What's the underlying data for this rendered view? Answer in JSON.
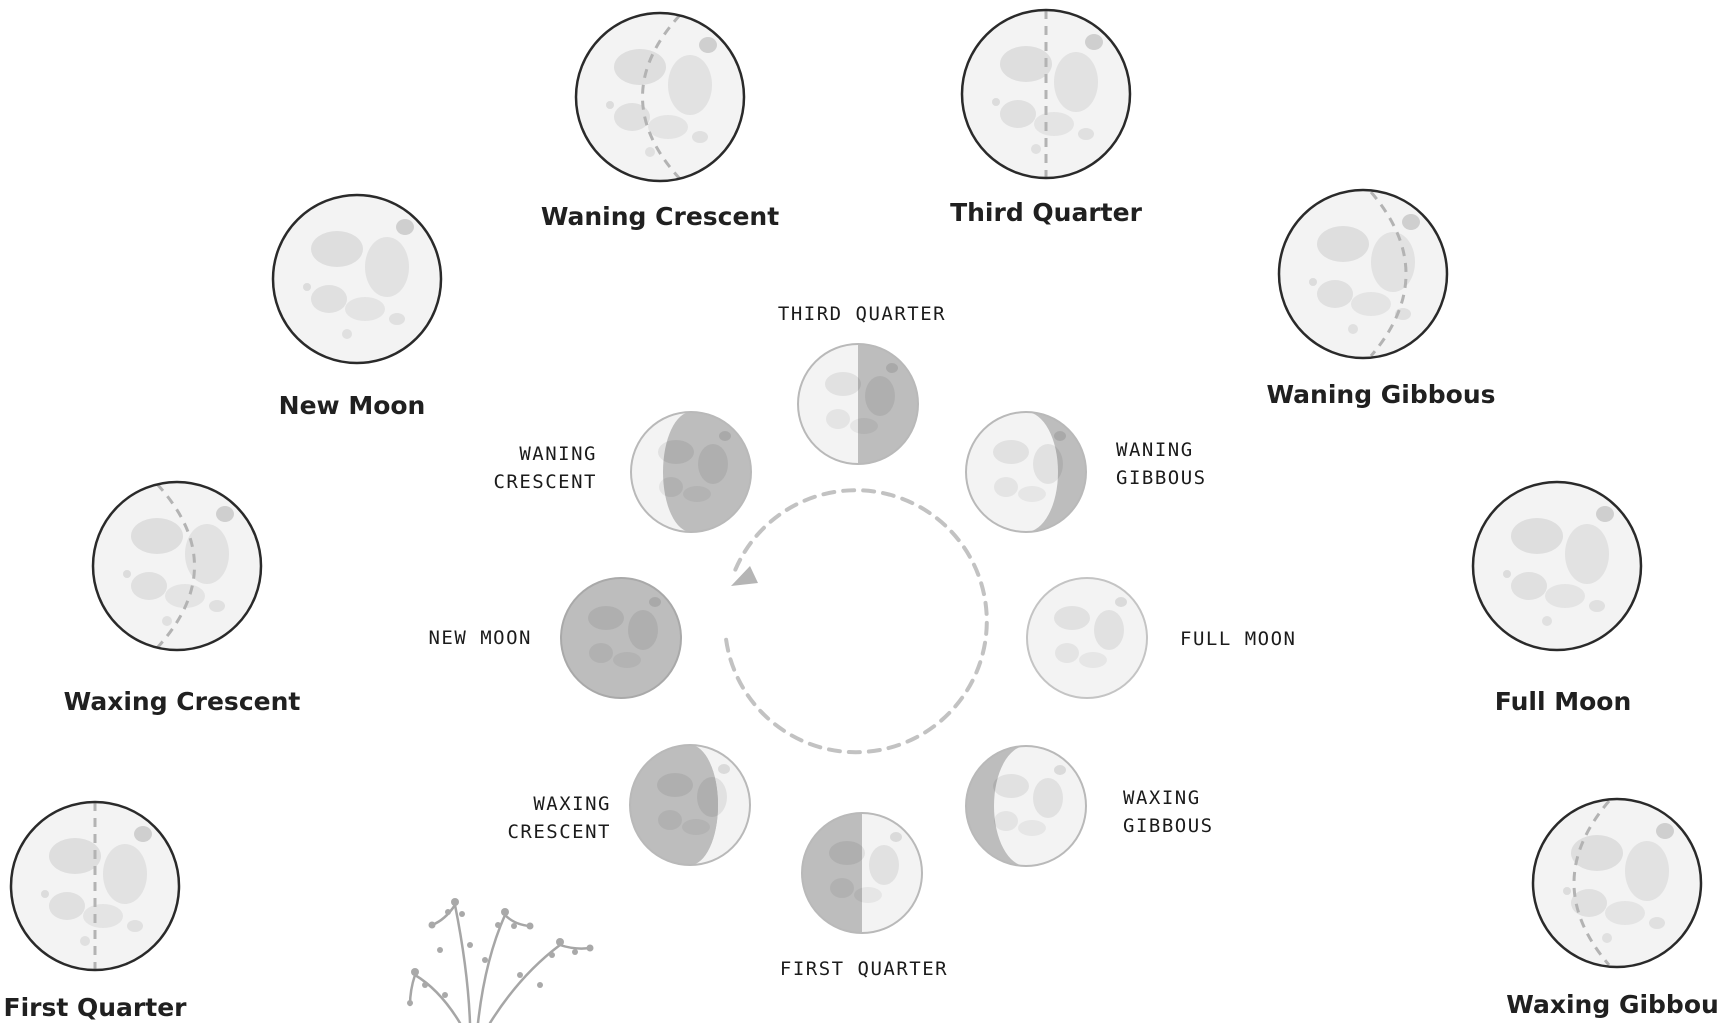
{
  "outer_phases": [
    {
      "label": "Waning Crescent",
      "icon": "moon-icon",
      "lit": "full-with-dashed-terminator"
    },
    {
      "label": "Third Quarter",
      "icon": "moon-icon",
      "lit": "full-with-dashed-terminator"
    },
    {
      "label": "New Moon",
      "icon": "moon-icon",
      "lit": "full"
    },
    {
      "label": "Waning Gibbous",
      "icon": "moon-icon",
      "lit": "full-with-dashed-terminator"
    },
    {
      "label": "Waxing Crescent",
      "icon": "moon-icon",
      "lit": "full-with-dashed-terminator"
    },
    {
      "label": "Full Moon",
      "icon": "moon-icon",
      "lit": "full"
    },
    {
      "label": "First Quarter",
      "icon": "moon-icon",
      "lit": "full-with-dashed-terminator"
    },
    {
      "label": "Waxing Gibbous",
      "icon": "moon-icon",
      "lit": "full-with-dashed-terminator"
    }
  ],
  "inner_phases": [
    {
      "label": "THIRD QUARTER"
    },
    {
      "label": "WANING\nCRESCENT"
    },
    {
      "label": "WANING\nGIBBOUS"
    },
    {
      "label": "NEW MOON"
    },
    {
      "label": "FULL MOON"
    },
    {
      "label": "WAXING\nCRESCENT"
    },
    {
      "label": "WAXING\nGIBBOUS"
    },
    {
      "label": "FIRST QUARTER"
    }
  ],
  "cycle_arrow": {
    "icon": "dashed-circular-arrow-icon",
    "direction": "counter-clockwise"
  },
  "decoration": {
    "icon": "plant-icon"
  },
  "colors": {
    "lit": "#f3f3f3",
    "dark": "#bdbdbd",
    "outline": "#2a2a2a",
    "inner_outline": "#b9b9b9",
    "dash": "#b3b3b3"
  }
}
